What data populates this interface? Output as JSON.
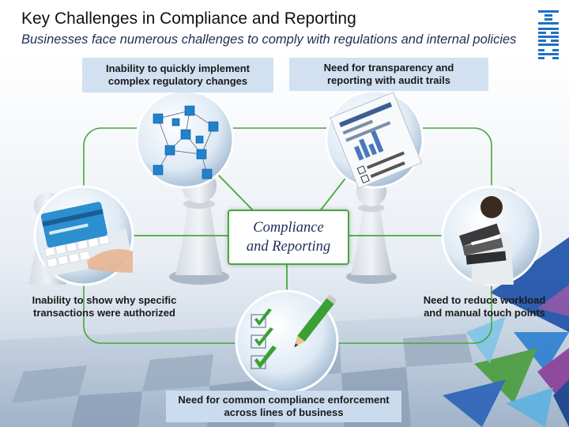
{
  "title": "Key Challenges in Compliance and Reporting",
  "subtitle": "Businesses face numerous challenges to comply with regulations and internal policies",
  "logo": "IBM",
  "diagram": {
    "center": "Compliance\nand Reporting",
    "challenges": [
      {
        "id": "regulatory",
        "text": "Inability to quickly implement\ncomplex regulatory changes",
        "image": "network-cubes"
      },
      {
        "id": "transparency",
        "text": "Need for transparency and\nreporting with audit trails",
        "image": "audit-checklist"
      },
      {
        "id": "authorization",
        "text": "Inability to show why specific\ntransactions were authorized",
        "image": "credit-card-keyboard"
      },
      {
        "id": "workload",
        "text": "Need to reduce workload\nand manual touch points",
        "image": "businessman-paperwork"
      },
      {
        "id": "enforcement",
        "text": "Need for common compliance enforcement\nacross lines of business",
        "image": "checkmarks-pencil"
      }
    ]
  },
  "colors": {
    "connector": "#46a83c",
    "label_bg": "#cedff0",
    "logo": "#1f70c1"
  }
}
